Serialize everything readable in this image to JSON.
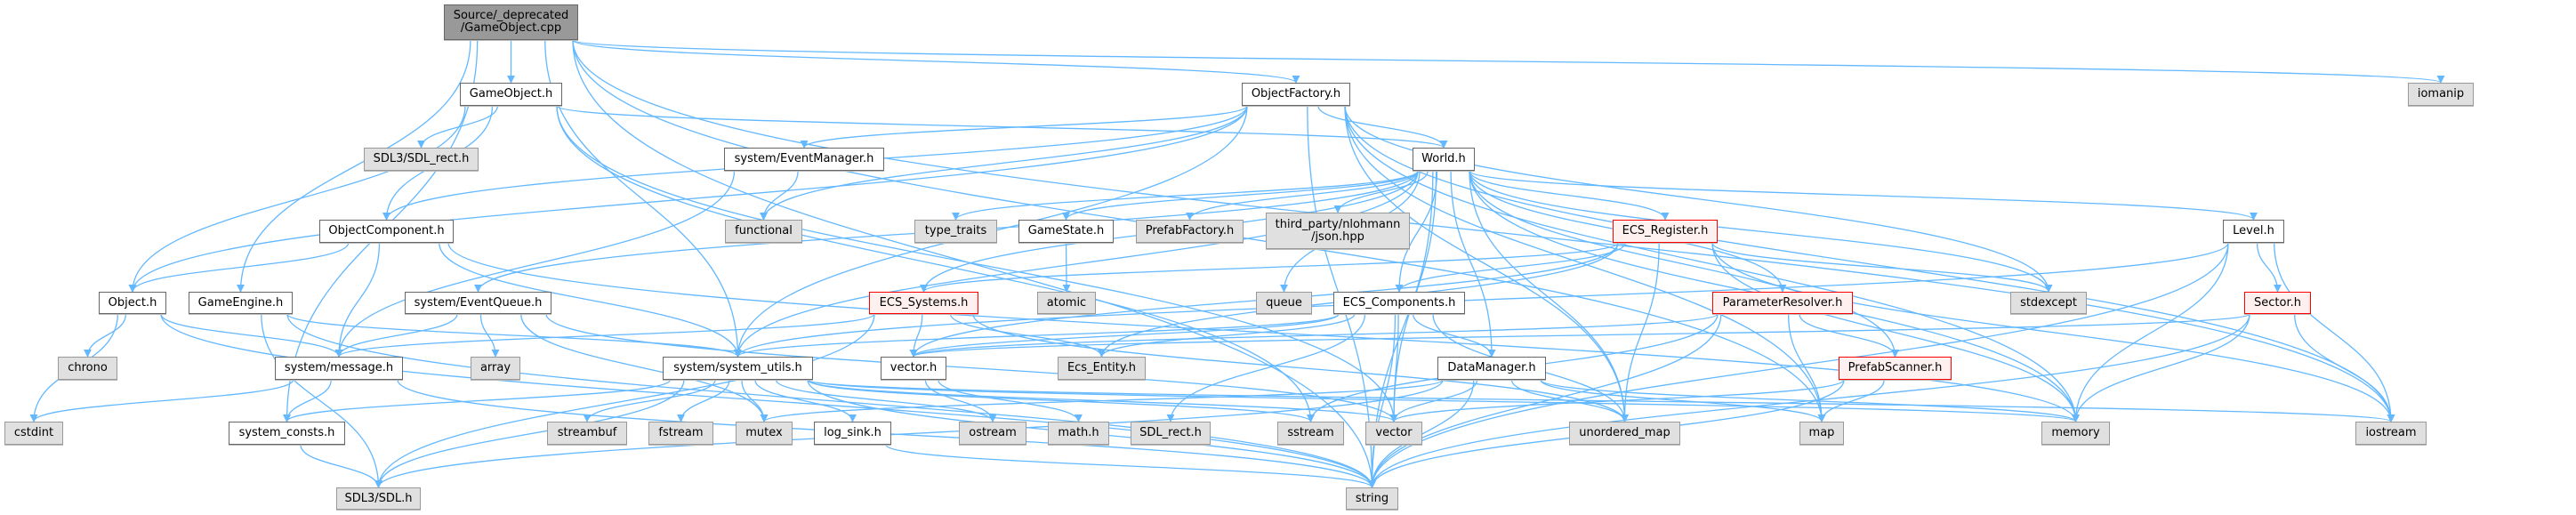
{
  "colors": {
    "edge": "#63b8ff",
    "root_fill": "#999999",
    "external_fill": "#e0e0e0",
    "missing_border": "#ff0000"
  },
  "nodes": [
    {
      "id": "src",
      "label": "Source/_deprecated\n/GameObject.cpp",
      "kind": "root"
    },
    {
      "id": "gameobject",
      "label": "GameObject.h",
      "kind": "normal"
    },
    {
      "id": "objectfactory",
      "label": "ObjectFactory.h",
      "kind": "normal"
    },
    {
      "id": "iomanip",
      "label": "iomanip",
      "kind": "ext"
    },
    {
      "id": "sdlrect3",
      "label": "SDL3/SDL_rect.h",
      "kind": "ext"
    },
    {
      "id": "eventmanager",
      "label": "system/EventManager.h",
      "kind": "normal"
    },
    {
      "id": "world",
      "label": "World.h",
      "kind": "normal"
    },
    {
      "id": "objectcomponent",
      "label": "ObjectComponent.h",
      "kind": "normal"
    },
    {
      "id": "functional",
      "label": "functional",
      "kind": "ext"
    },
    {
      "id": "type_traits",
      "label": "type_traits",
      "kind": "ext"
    },
    {
      "id": "gamestate",
      "label": "GameState.h",
      "kind": "normal"
    },
    {
      "id": "prefabfactory",
      "label": "PrefabFactory.h",
      "kind": "ext"
    },
    {
      "id": "json",
      "label": "third_party/nlohmann\n/json.hpp",
      "kind": "ext"
    },
    {
      "id": "ecsregister",
      "label": "ECS_Register.h",
      "kind": "red"
    },
    {
      "id": "level",
      "label": "Level.h",
      "kind": "normal"
    },
    {
      "id": "object",
      "label": "Object.h",
      "kind": "normal"
    },
    {
      "id": "gameengine",
      "label": "GameEngine.h",
      "kind": "normal"
    },
    {
      "id": "eventqueue",
      "label": "system/EventQueue.h",
      "kind": "normal"
    },
    {
      "id": "ecssystems",
      "label": "ECS_Systems.h",
      "kind": "red"
    },
    {
      "id": "atomic",
      "label": "atomic",
      "kind": "ext"
    },
    {
      "id": "queue",
      "label": "queue",
      "kind": "ext"
    },
    {
      "id": "ecscomponents",
      "label": "ECS_Components.h",
      "kind": "normal"
    },
    {
      "id": "paramresolver",
      "label": "ParameterResolver.h",
      "kind": "red"
    },
    {
      "id": "stdexcept",
      "label": "stdexcept",
      "kind": "ext"
    },
    {
      "id": "sector",
      "label": "Sector.h",
      "kind": "red"
    },
    {
      "id": "chrono",
      "label": "chrono",
      "kind": "ext"
    },
    {
      "id": "message",
      "label": "system/message.h",
      "kind": "normal"
    },
    {
      "id": "array",
      "label": "array",
      "kind": "ext"
    },
    {
      "id": "sysutils",
      "label": "system/system_utils.h",
      "kind": "normal"
    },
    {
      "id": "vectorh",
      "label": "vector.h",
      "kind": "normal"
    },
    {
      "id": "ecsentity",
      "label": "Ecs_Entity.h",
      "kind": "ext"
    },
    {
      "id": "datamanager",
      "label": "DataManager.h",
      "kind": "normal"
    },
    {
      "id": "prefabscanner",
      "label": "PrefabScanner.h",
      "kind": "red"
    },
    {
      "id": "cstdint",
      "label": "cstdint",
      "kind": "ext"
    },
    {
      "id": "sysconsts",
      "label": "system_consts.h",
      "kind": "normal"
    },
    {
      "id": "streambuf",
      "label": "streambuf",
      "kind": "ext"
    },
    {
      "id": "fstream",
      "label": "fstream",
      "kind": "ext"
    },
    {
      "id": "mutex",
      "label": "mutex",
      "kind": "ext"
    },
    {
      "id": "logsink",
      "label": "log_sink.h",
      "kind": "normal"
    },
    {
      "id": "ostream",
      "label": "ostream",
      "kind": "ext"
    },
    {
      "id": "mathh",
      "label": "math.h",
      "kind": "ext"
    },
    {
      "id": "sdlrect",
      "label": "SDL_rect.h",
      "kind": "ext"
    },
    {
      "id": "sstream",
      "label": "sstream",
      "kind": "ext"
    },
    {
      "id": "vector",
      "label": "vector",
      "kind": "ext"
    },
    {
      "id": "unordered_map",
      "label": "unordered_map",
      "kind": "ext"
    },
    {
      "id": "map",
      "label": "map",
      "kind": "ext"
    },
    {
      "id": "memory",
      "label": "memory",
      "kind": "ext"
    },
    {
      "id": "iostream",
      "label": "iostream",
      "kind": "ext"
    },
    {
      "id": "sdl",
      "label": "SDL3/SDL.h",
      "kind": "ext"
    },
    {
      "id": "string",
      "label": "string",
      "kind": "ext"
    }
  ],
  "edges": [
    [
      "src",
      "gameobject"
    ],
    [
      "src",
      "objectfactory"
    ],
    [
      "src",
      "gameengine"
    ],
    [
      "src",
      "sysconsts"
    ],
    [
      "src",
      "sysutils"
    ],
    [
      "src",
      "iomanip"
    ],
    [
      "src",
      "iostream"
    ],
    [
      "src",
      "string"
    ],
    [
      "src",
      "map"
    ],
    [
      "gameobject",
      "sdlrect3"
    ],
    [
      "gameobject",
      "objectcomponent"
    ],
    [
      "gameobject",
      "object"
    ],
    [
      "gameobject",
      "world"
    ],
    [
      "gameobject",
      "vector"
    ],
    [
      "gameobject",
      "sstream"
    ],
    [
      "objectfactory",
      "eventmanager"
    ],
    [
      "objectfactory",
      "world"
    ],
    [
      "objectfactory",
      "functional"
    ],
    [
      "objectfactory",
      "objectcomponent"
    ],
    [
      "objectfactory",
      "object"
    ],
    [
      "objectfactory",
      "sysutils"
    ],
    [
      "objectfactory",
      "memory"
    ],
    [
      "objectfactory",
      "string"
    ],
    [
      "objectfactory",
      "iostream"
    ],
    [
      "objectfactory",
      "unordered_map"
    ],
    [
      "objectfactory",
      "map"
    ],
    [
      "objectfactory",
      "stdexcept"
    ],
    [
      "eventmanager",
      "functional"
    ],
    [
      "eventmanager",
      "message"
    ],
    [
      "world",
      "type_traits"
    ],
    [
      "world",
      "gamestate"
    ],
    [
      "world",
      "prefabfactory"
    ],
    [
      "world",
      "json"
    ],
    [
      "world",
      "ecsregister"
    ],
    [
      "world",
      "level"
    ],
    [
      "world",
      "ecssystems"
    ],
    [
      "world",
      "ecscomponents"
    ],
    [
      "world",
      "eventqueue"
    ],
    [
      "world",
      "sysutils"
    ],
    [
      "world",
      "queue"
    ],
    [
      "world",
      "paramresolver"
    ],
    [
      "world",
      "prefabscanner"
    ],
    [
      "world",
      "stdexcept"
    ],
    [
      "world",
      "memory"
    ],
    [
      "world",
      "vector"
    ],
    [
      "world",
      "unordered_map"
    ],
    [
      "world",
      "string"
    ],
    [
      "world",
      "datamanager"
    ],
    [
      "gamestate",
      "atomic"
    ],
    [
      "objectcomponent",
      "object"
    ],
    [
      "objectcomponent",
      "message"
    ],
    [
      "objectcomponent",
      "sysutils"
    ],
    [
      "objectcomponent",
      "memory"
    ],
    [
      "object",
      "chrono"
    ],
    [
      "object",
      "message"
    ],
    [
      "object",
      "cstdint"
    ],
    [
      "object",
      "string"
    ],
    [
      "gameengine",
      "sdl"
    ],
    [
      "gameengine",
      "sysutils"
    ],
    [
      "gameengine",
      "string"
    ],
    [
      "eventqueue",
      "message"
    ],
    [
      "eventqueue",
      "array"
    ],
    [
      "eventqueue",
      "mutex"
    ],
    [
      "eventqueue",
      "vector"
    ],
    [
      "ecsregister",
      "ecssystems"
    ],
    [
      "ecsregister",
      "ecscomponents"
    ],
    [
      "ecsregister",
      "ecsentity"
    ],
    [
      "ecsregister",
      "unordered_map"
    ],
    [
      "ecsregister",
      "memory"
    ],
    [
      "ecsregister",
      "stdexcept"
    ],
    [
      "ecsregister",
      "iostream"
    ],
    [
      "ecsregister",
      "vectorh"
    ],
    [
      "ecssystems",
      "vectorh"
    ],
    [
      "ecssystems",
      "ecsentity"
    ],
    [
      "ecssystems",
      "message"
    ],
    [
      "ecssystems",
      "sdl"
    ],
    [
      "ecssystems",
      "unordered_map"
    ],
    [
      "ecscomponents",
      "vectorh"
    ],
    [
      "ecscomponents",
      "ecsentity"
    ],
    [
      "ecscomponents",
      "datamanager"
    ],
    [
      "ecscomponents",
      "sdlrect"
    ],
    [
      "ecscomponents",
      "string"
    ],
    [
      "ecscomponents",
      "unordered_map"
    ],
    [
      "ecscomponents",
      "sysutils"
    ],
    [
      "ecscomponents",
      "vector"
    ],
    [
      "paramresolver",
      "prefabscanner"
    ],
    [
      "paramresolver",
      "map"
    ],
    [
      "paramresolver",
      "string"
    ],
    [
      "paramresolver",
      "vectorh"
    ],
    [
      "paramresolver",
      "sstream"
    ],
    [
      "level",
      "sector"
    ],
    [
      "level",
      "memory"
    ],
    [
      "level",
      "iostream"
    ],
    [
      "level",
      "string"
    ],
    [
      "level",
      "sysutils"
    ],
    [
      "sector",
      "vectorh"
    ],
    [
      "sector",
      "memory"
    ],
    [
      "sector",
      "iostream"
    ],
    [
      "sector",
      "string"
    ],
    [
      "prefabscanner",
      "map"
    ],
    [
      "prefabscanner",
      "vector"
    ],
    [
      "prefabscanner",
      "string"
    ],
    [
      "datamanager",
      "vector"
    ],
    [
      "datamanager",
      "unordered_map"
    ],
    [
      "datamanager",
      "string"
    ],
    [
      "datamanager",
      "memory"
    ],
    [
      "datamanager",
      "map"
    ],
    [
      "datamanager",
      "sdl"
    ],
    [
      "datamanager",
      "mutex"
    ],
    [
      "vectorh",
      "ostream"
    ],
    [
      "vectorh",
      "mathh"
    ],
    [
      "sysutils",
      "streambuf"
    ],
    [
      "sysutils",
      "fstream"
    ],
    [
      "sysutils",
      "mutex"
    ],
    [
      "sysutils",
      "logsink"
    ],
    [
      "sysutils",
      "sysconsts"
    ],
    [
      "sysutils",
      "ostream"
    ],
    [
      "sysutils",
      "sstream"
    ],
    [
      "sysutils",
      "vector"
    ],
    [
      "sysutils",
      "memory"
    ],
    [
      "sysutils",
      "iostream"
    ],
    [
      "sysutils",
      "sdl"
    ],
    [
      "sysutils",
      "string"
    ],
    [
      "message",
      "cstdint"
    ],
    [
      "message",
      "sysconsts"
    ],
    [
      "message",
      "string"
    ],
    [
      "sysconsts",
      "sdl"
    ],
    [
      "logsink",
      "string"
    ]
  ]
}
